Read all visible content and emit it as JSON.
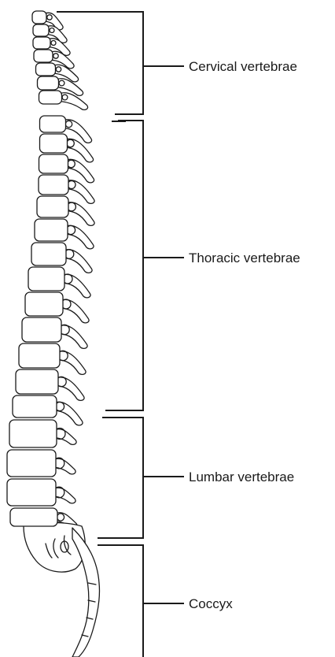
{
  "labels": {
    "cervical": "Cervical vertebrae",
    "thoracic": "Thoracic vertebrae",
    "lumbar": "Lumbar vertebrae",
    "coccyx": "Coccyx"
  },
  "colors": {
    "ink": "#1a1a1a",
    "background": "#ffffff"
  }
}
